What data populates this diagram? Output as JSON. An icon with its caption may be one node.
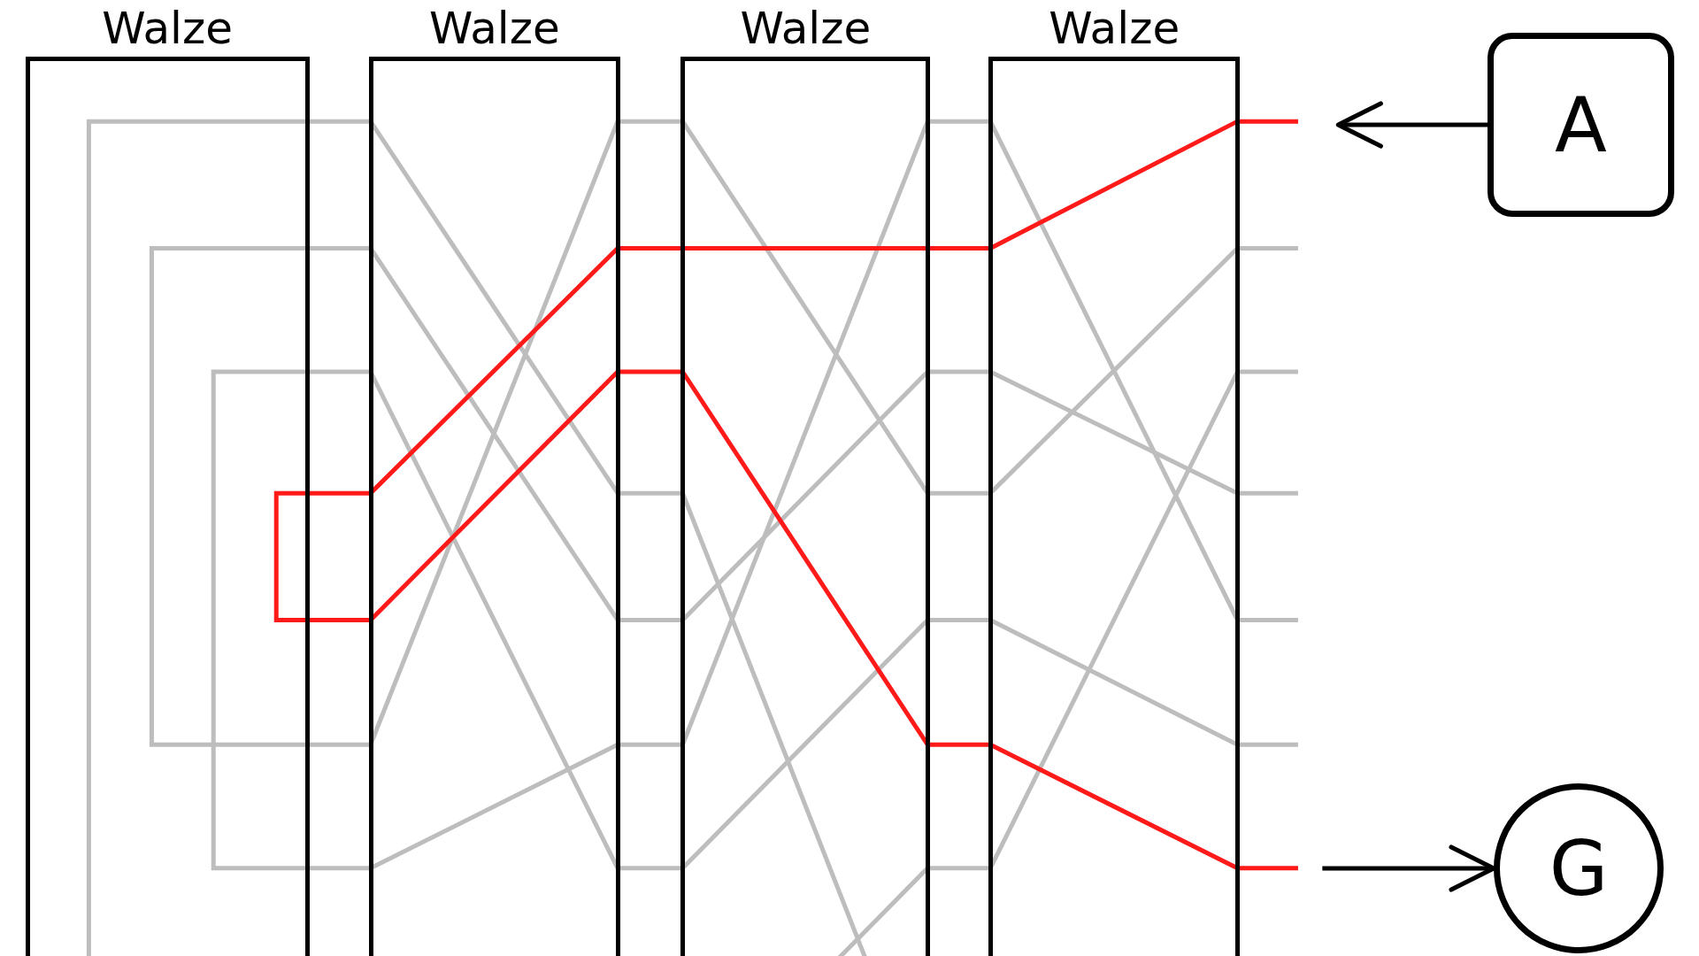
{
  "diagram": {
    "nodes": [
      {
        "text": [
          "Walze"
        ]
      },
      {
        "text": [
          "Walze"
        ]
      },
      {
        "text": [
          "Walze"
        ]
      },
      {
        "text": [
          "Walze"
        ]
      },
      {
        "text": [
          "A"
        ]
      },
      {
        "text": [
          "G"
        ]
      }
    ],
    "edges": [
      {
        "from": 4,
        "to": 3,
        "arrow": "to"
      },
      {
        "from": 3,
        "to": 5,
        "arrow": "to"
      }
    ]
  }
}
